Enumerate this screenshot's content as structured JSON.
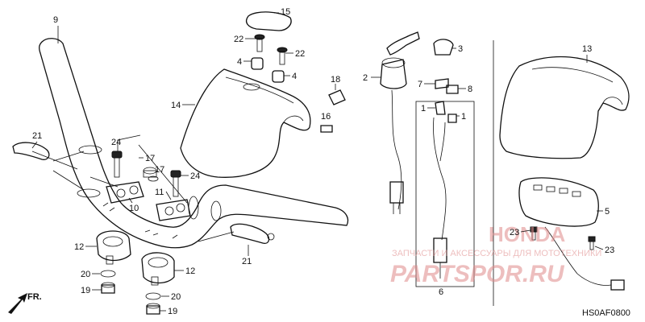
{
  "diagram": {
    "code": "HS0AF0800",
    "direction_label": "FR.",
    "callouts": [
      "9",
      "15",
      "22",
      "22",
      "4",
      "4",
      "14",
      "18",
      "16",
      "2",
      "3",
      "7",
      "8",
      "1",
      "1",
      "13",
      "5",
      "21",
      "24",
      "17",
      "17",
      "24",
      "11",
      "10",
      "12",
      "12",
      "20",
      "20",
      "19",
      "19",
      "21",
      "23",
      "23",
      "6"
    ]
  },
  "watermark": {
    "line1": "ЗАПЧАСТИ И АКСЕССУАРЫ ДЛЯ МОТОТЕХНИКИ",
    "line2": "PARTSPOR.RU",
    "brand": "HONDA"
  }
}
